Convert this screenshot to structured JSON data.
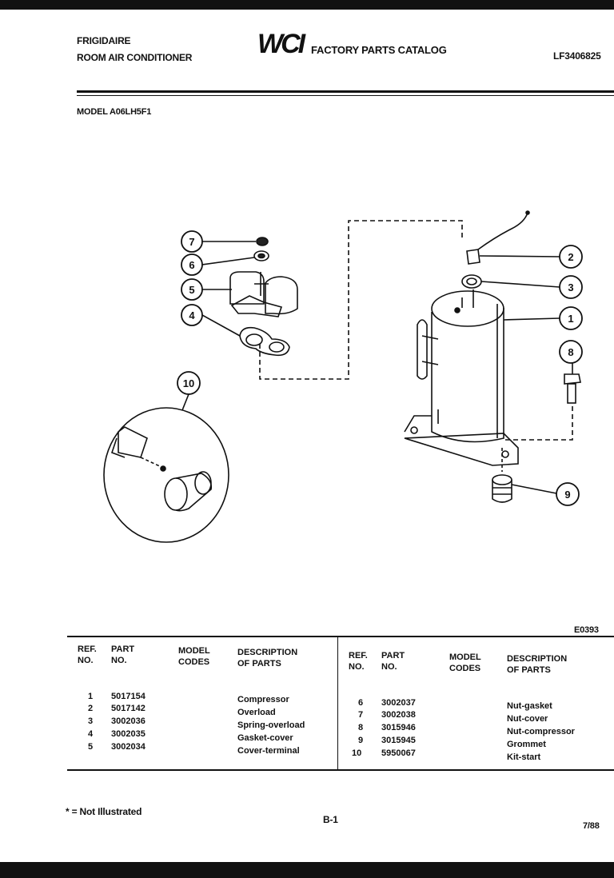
{
  "header": {
    "brand": "FRIGIDAIRE",
    "product": "ROOM AIR CONDITIONER",
    "logo_text": "WCI",
    "catalog_title": "FACTORY PARTS CATALOG",
    "catalog_code": "LF3406825",
    "model": "MODEL A06LH5F1"
  },
  "diagram": {
    "callouts": [
      "1",
      "2",
      "3",
      "4",
      "5",
      "6",
      "7",
      "8",
      "9",
      "10"
    ],
    "figure_code": "E0393"
  },
  "parts_table": {
    "headers": {
      "ref_line1": "REF.",
      "ref_line2": "NO.",
      "part_line1": "PART",
      "part_line2": "NO.",
      "model_line1": "MODEL",
      "model_line2": "CODES",
      "desc_line1": "DESCRIPTION",
      "desc_line2": "OF PARTS"
    },
    "left_rows": [
      {
        "ref": "1",
        "part": "5017154",
        "desc": "Compressor"
      },
      {
        "ref": "2",
        "part": "5017142",
        "desc": "Overload"
      },
      {
        "ref": "3",
        "part": "3002036",
        "desc": "Spring-overload"
      },
      {
        "ref": "4",
        "part": "3002035",
        "desc": "Gasket-cover"
      },
      {
        "ref": "5",
        "part": "3002034",
        "desc": "Cover-terminal"
      }
    ],
    "right_rows": [
      {
        "ref": "6",
        "part": "3002037",
        "desc": "Nut-gasket"
      },
      {
        "ref": "7",
        "part": "3002038",
        "desc": "Nut-cover"
      },
      {
        "ref": "8",
        "part": "3015946",
        "desc": "Nut-compressor"
      },
      {
        "ref": "9",
        "part": "3015945",
        "desc": "Grommet"
      },
      {
        "ref": "10",
        "part": "5950067",
        "desc": "Kit-start"
      }
    ]
  },
  "footer": {
    "note": "* = Not Illustrated",
    "page": "B-1",
    "date": "7/88"
  }
}
